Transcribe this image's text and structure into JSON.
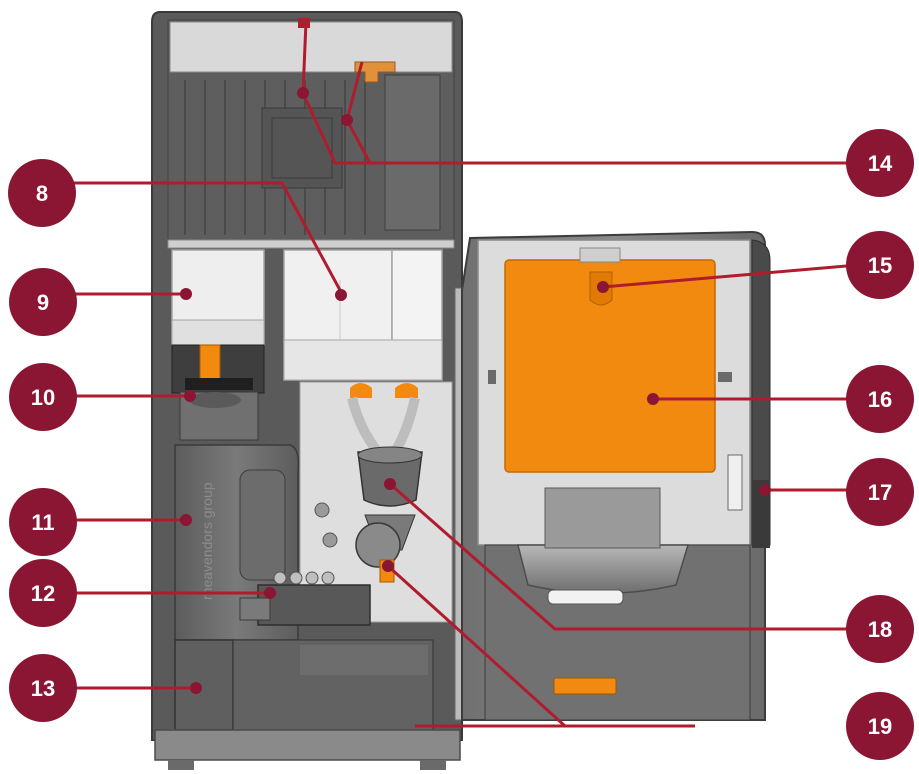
{
  "callouts": [
    {
      "id": "c8",
      "label": "8"
    },
    {
      "id": "c9",
      "label": "9"
    },
    {
      "id": "c10",
      "label": "10"
    },
    {
      "id": "c11",
      "label": "11"
    },
    {
      "id": "c12",
      "label": "12"
    },
    {
      "id": "c13",
      "label": "13"
    },
    {
      "id": "c14",
      "label": "14"
    },
    {
      "id": "c15",
      "label": "15"
    },
    {
      "id": "c16",
      "label": "16"
    },
    {
      "id": "c17",
      "label": "17"
    },
    {
      "id": "c18",
      "label": "18"
    },
    {
      "id": "c19",
      "label": "19"
    }
  ],
  "cabinet_brand_text": "rheavendors group",
  "colors": {
    "callout": "#8b1633",
    "leader": "#b01b2e",
    "orange": "#f28a10",
    "cabinet_dark": "#6e6e6e",
    "cabinet_mid": "#9a9a9a",
    "cabinet_light": "#d4d4d4"
  }
}
